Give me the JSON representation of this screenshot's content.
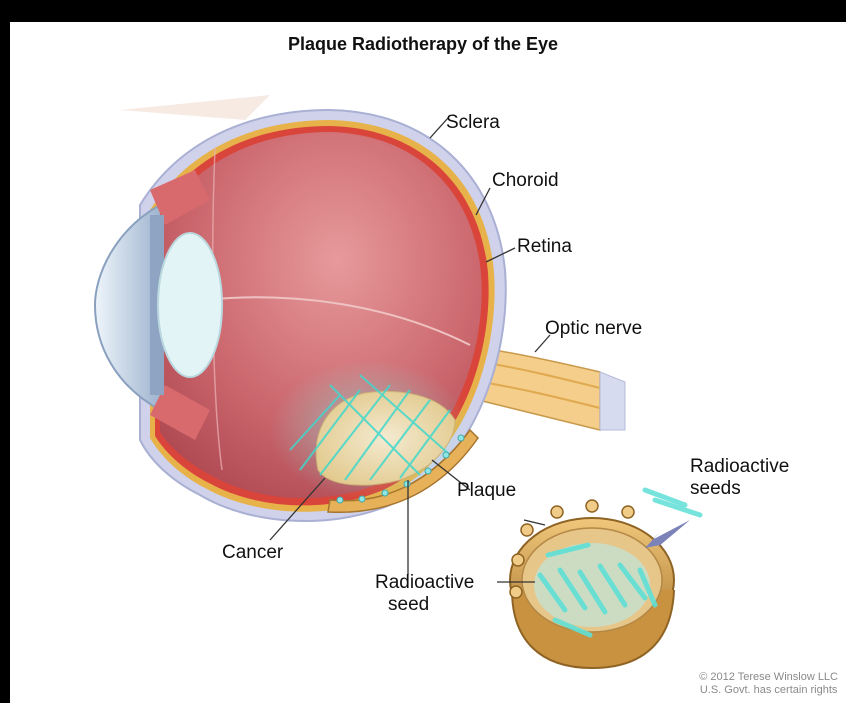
{
  "title": "Plaque Radiotherapy of the Eye",
  "labels": {
    "sclera": "Sclera",
    "choroid": "Choroid",
    "retina": "Retina",
    "optic_nerve": "Optic nerve",
    "radioactive_seeds_1": "Radioactive",
    "radioactive_seeds_2": "seeds",
    "plaque": "Plaque",
    "cancer": "Cancer",
    "radioactive_seed_1": "Radioactive",
    "radioactive_seed_2": "seed"
  },
  "copyright": {
    "line1": "© 2012 Terese Winslow LLC",
    "line2": "U.S. Govt. has certain rights"
  },
  "colors": {
    "background": "#000000",
    "panel": "#ffffff",
    "sclera": "#c9cbe6",
    "choroid": "#d9453a",
    "retina": "#e8b24a",
    "vitreous": "#c9666c",
    "lens": "#e3f4f7",
    "radiation": "#5fe0d6",
    "plaque": "#d6a24e",
    "tumor": "#eee0b8"
  }
}
